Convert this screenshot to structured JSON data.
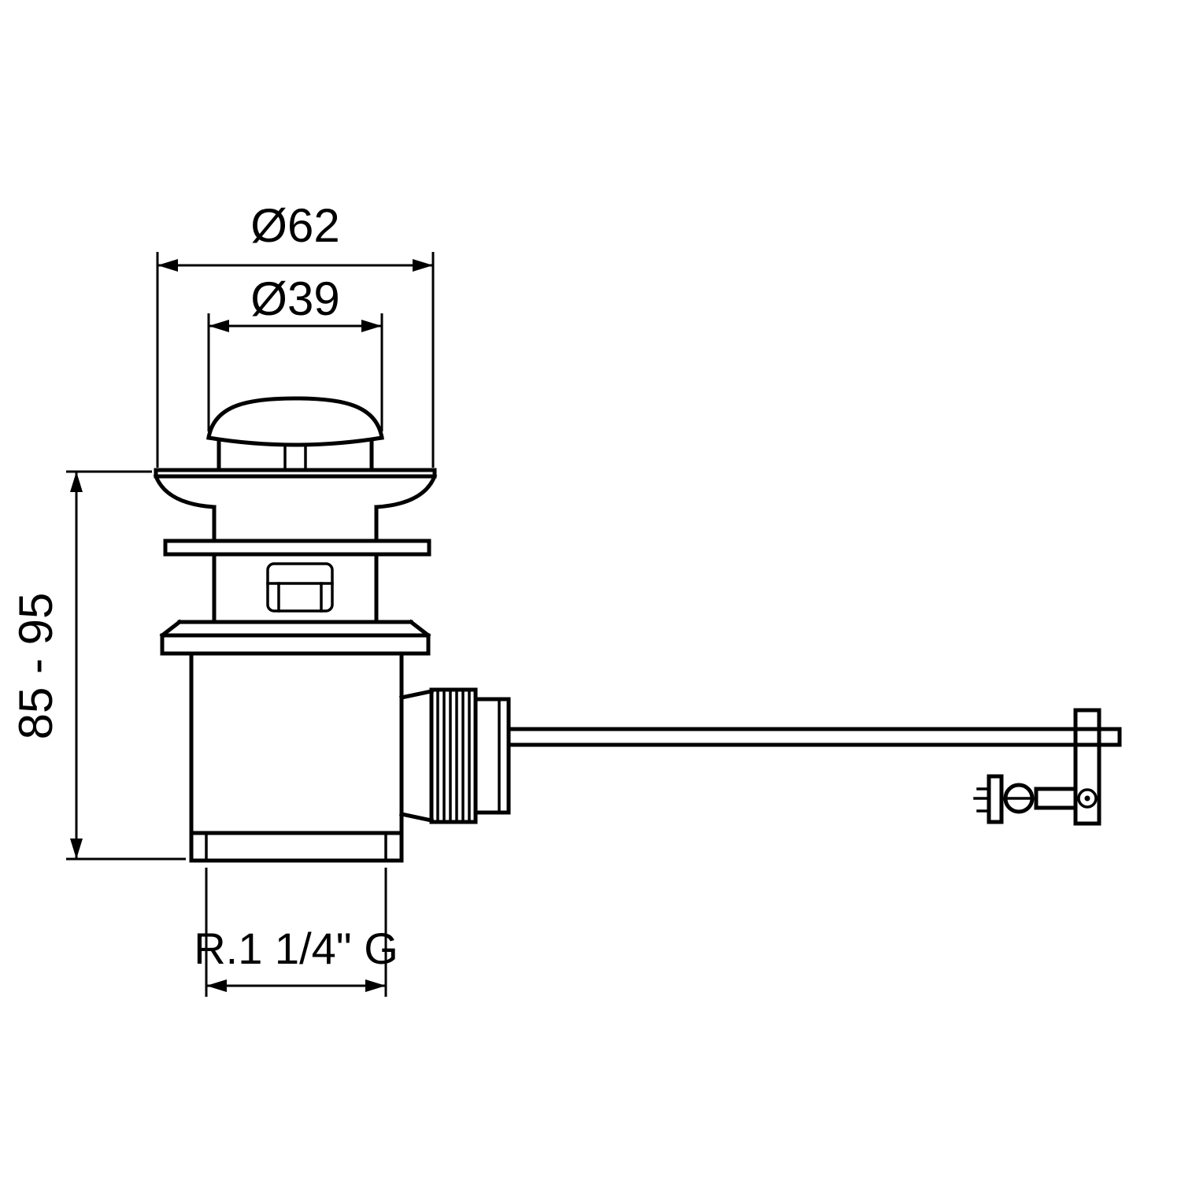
{
  "drawing": {
    "type": "technical-line-drawing",
    "subject": "pop-up basin waste valve with pull rod",
    "labels": {
      "outer_diameter": "Ø62",
      "inner_diameter": "Ø39",
      "height_range": "85 - 95",
      "thread": "R.1 1/4\" G"
    },
    "colors": {
      "line": "#000000",
      "background": "#ffffff"
    }
  }
}
